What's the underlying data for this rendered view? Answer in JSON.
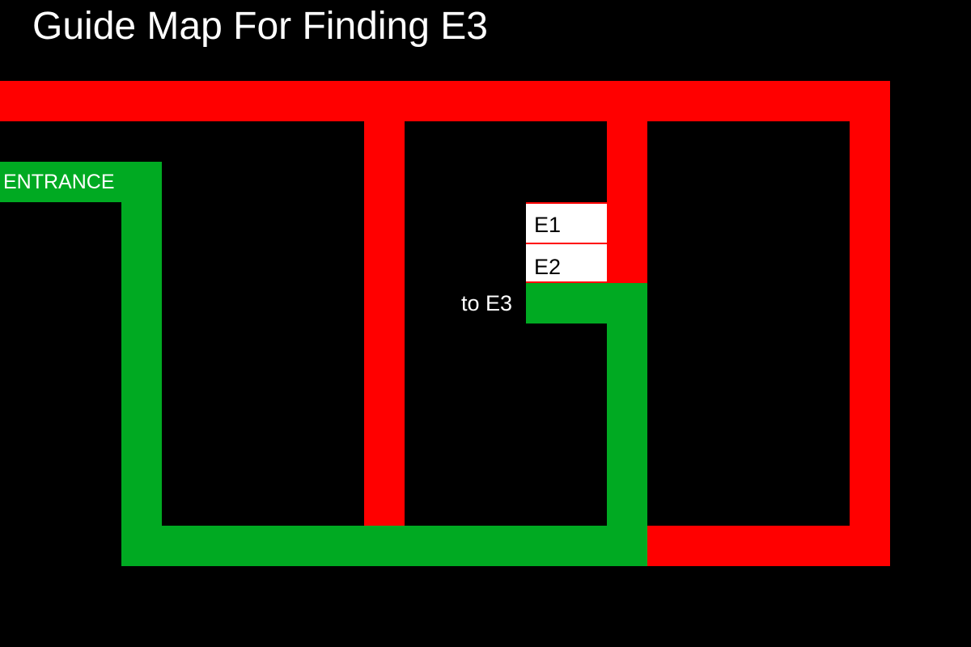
{
  "title": "Guide Map For Finding E3",
  "labels": {
    "entrance": "ENTRANCE",
    "e1": "E1",
    "e2": "E2",
    "to_target": "to E3"
  },
  "colors": {
    "background": "#000000",
    "corridor": "#ff0000",
    "route": "#00aa22",
    "room": "#ffffff",
    "text": "#ffffff"
  }
}
